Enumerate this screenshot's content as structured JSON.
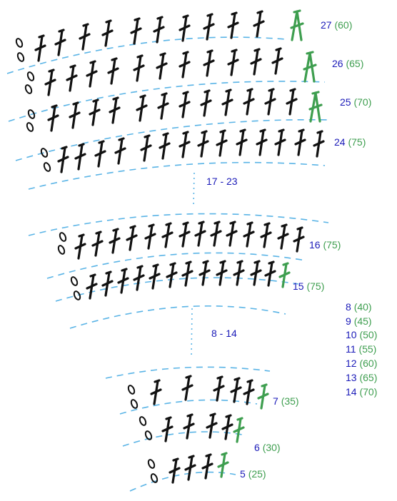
{
  "colors": {
    "stitch": "#111111",
    "increase": "#3e9e4f",
    "row_guide": "#5ab4e6",
    "row_number": "#1a1ab8",
    "stitch_count": "#3e9e4f"
  },
  "icons": {
    "chain": "chain-oval-icon",
    "double_crochet": "double-crochet-icon",
    "increase": "double-crochet-increase-icon",
    "decrease": "double-crochet-2-together-icon"
  },
  "rows": [
    {
      "row": "27",
      "count": "(60)"
    },
    {
      "row": "26",
      "count": "(65)"
    },
    {
      "row": "25",
      "count": "(70)"
    },
    {
      "row": "24",
      "count": "(75)"
    },
    {
      "row": "16",
      "count": "(75)"
    },
    {
      "row": "15",
      "count": "(75)"
    },
    {
      "row": "7",
      "count": "(35)"
    },
    {
      "row": "6",
      "count": "(30)"
    },
    {
      "row": "5",
      "count": "(25)"
    }
  ],
  "ranges": [
    "17 - 23",
    "8 - 14"
  ],
  "row_list": [
    {
      "row": "8",
      "count": "(40)"
    },
    {
      "row": "9",
      "count": "(45)"
    },
    {
      "row": "10",
      "count": "(50)"
    },
    {
      "row": "11",
      "count": "(55)"
    },
    {
      "row": "12",
      "count": "(60)"
    },
    {
      "row": "13",
      "count": "(65)"
    },
    {
      "row": "14",
      "count": "(70)"
    }
  ]
}
